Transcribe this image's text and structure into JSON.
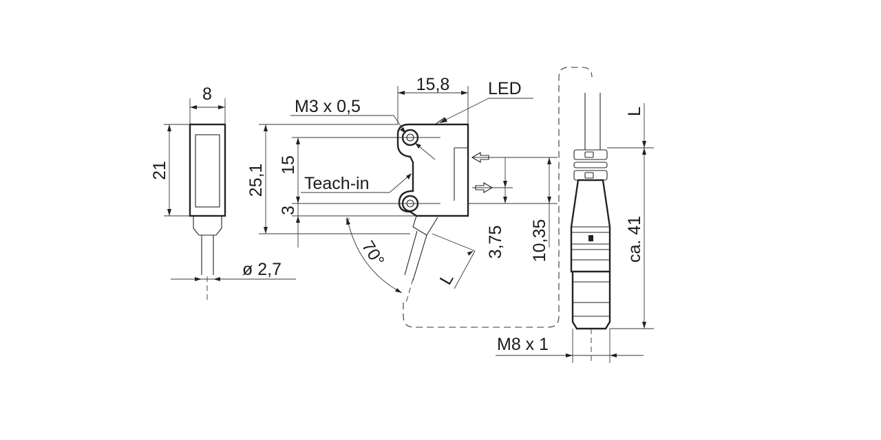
{
  "drawing": {
    "labels": {
      "width_8": "8",
      "height_21": "21",
      "cable_dia": "ø  2,7",
      "thread": "M3 x 0,5",
      "width_15_8": "15,8",
      "led": "LED",
      "height_25_1": "25,1",
      "height_15": "15",
      "teach_in": "Teach-in",
      "height_3": "3",
      "angle": "70°",
      "cable_L_mid": "L",
      "dim_3_75": "3,75",
      "dim_10_35": "10,35",
      "cable_L_right": "L",
      "length_41": "ca.  41",
      "connector": "M8 x 1"
    }
  }
}
